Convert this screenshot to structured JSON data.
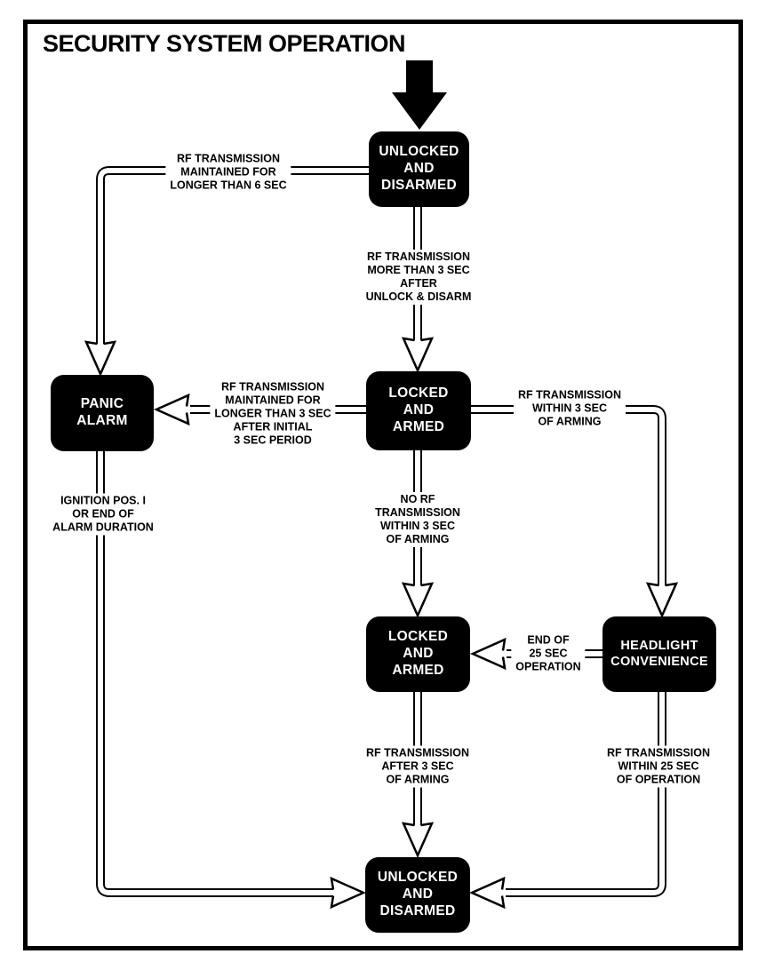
{
  "title": "SECURITY SYSTEM OPERATION",
  "nodes": {
    "unlocked_top": {
      "label": "UNLOCKED\nAND\nDISARMED"
    },
    "locked_mid": {
      "label": "LOCKED\nAND\nARMED"
    },
    "panic": {
      "label": "PANIC\nALARM"
    },
    "locked_low": {
      "label": "LOCKED\nAND\nARMED"
    },
    "headlight": {
      "label": "HEADLIGHT\nCONVENIENCE"
    },
    "unlocked_bottom": {
      "label": "UNLOCKED\nAND\nDISARMED"
    }
  },
  "edges": {
    "rf_maintained_6sec": "RF TRANSMISSION\nMAINTAINED FOR\nLONGER THAN 6 SEC",
    "rf_more_than_3sec": "RF TRANSMISSION\nMORE THAN 3 SEC\nAFTER\nUNLOCK & DISARM",
    "rf_maintained_3sec": "RF TRANSMISSION\nMAINTAINED FOR\nLONGER THAN 3 SEC\nAFTER INITIAL\n3 SEC PERIOD",
    "rf_within_3sec": "RF TRANSMISSION\nWITHIN 3 SEC\nOF ARMING",
    "no_rf_within_3sec": "NO RF\nTRANSMISSION\nWITHIN 3 SEC\nOF ARMING",
    "ignition_or_end": "IGNITION POS. I\nOR END OF\nALARM DURATION",
    "end_of_25sec": "END OF\n25 SEC\nOPERATION",
    "rf_after_3sec": "RF TRANSMISSION\nAFTER 3 SEC\nOF ARMING",
    "rf_within_25sec": "RF TRANSMISSION\nWITHIN 25 SEC\nOF OPERATION"
  },
  "colors": {
    "ink": "#000000",
    "paper": "#ffffff"
  }
}
